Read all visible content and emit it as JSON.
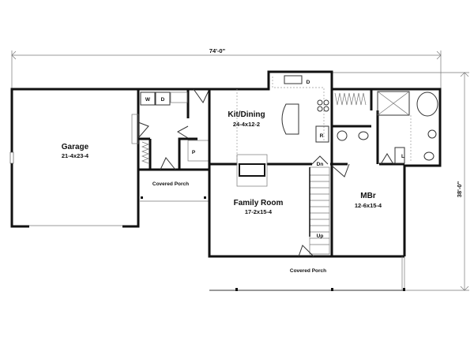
{
  "dimensions": {
    "width": "74'-0\"",
    "depth": "38'-0\""
  },
  "rooms": {
    "garage": {
      "name": "Garage",
      "size": "21-4x23-4"
    },
    "kitchen": {
      "name": "Kit/Dining",
      "size": "24-4x12-2"
    },
    "family": {
      "name": "Family Room",
      "size": "17-2x15-4"
    },
    "mbr": {
      "name": "MBr",
      "size": "12-6x15-4"
    },
    "porch_side": {
      "name": "Covered Porch"
    },
    "porch_front": {
      "name": "Covered Porch"
    }
  },
  "fixtures": {
    "washer": "W",
    "dryer": "D",
    "dishwasher": "D",
    "pantry": "P",
    "refrigerator": "R",
    "linen": "L",
    "stairs_down": "Dn",
    "stairs_up": "Up"
  }
}
